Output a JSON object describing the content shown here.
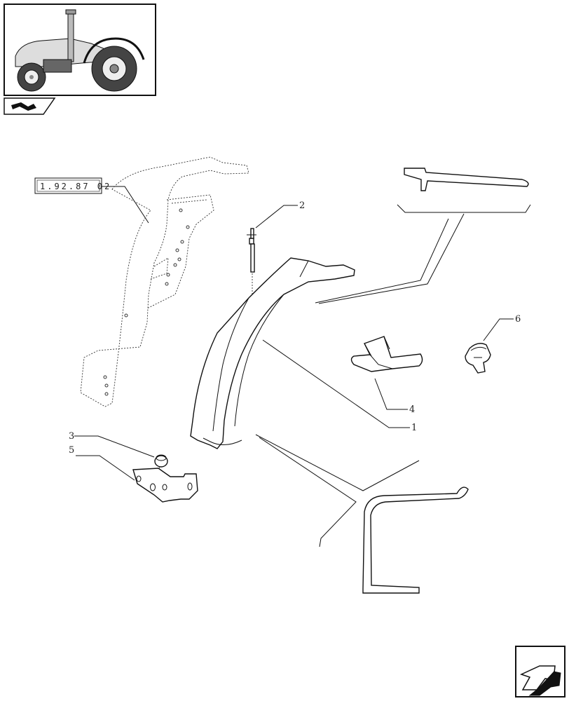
{
  "reference_code": "1.92.87 02",
  "callouts": [
    {
      "id": "c1",
      "text": "1"
    },
    {
      "id": "c2",
      "text": "2"
    },
    {
      "id": "c3",
      "text": "3"
    },
    {
      "id": "c4",
      "text": "4"
    },
    {
      "id": "c5",
      "text": "5"
    },
    {
      "id": "c6",
      "text": "6"
    }
  ],
  "icons": {
    "thumbnail": "tractor-thumbnail-icon",
    "book": "manual-book-icon",
    "nav": "next-page-arrow-icon"
  },
  "colors": {
    "line": "#111111",
    "background": "#ffffff"
  }
}
